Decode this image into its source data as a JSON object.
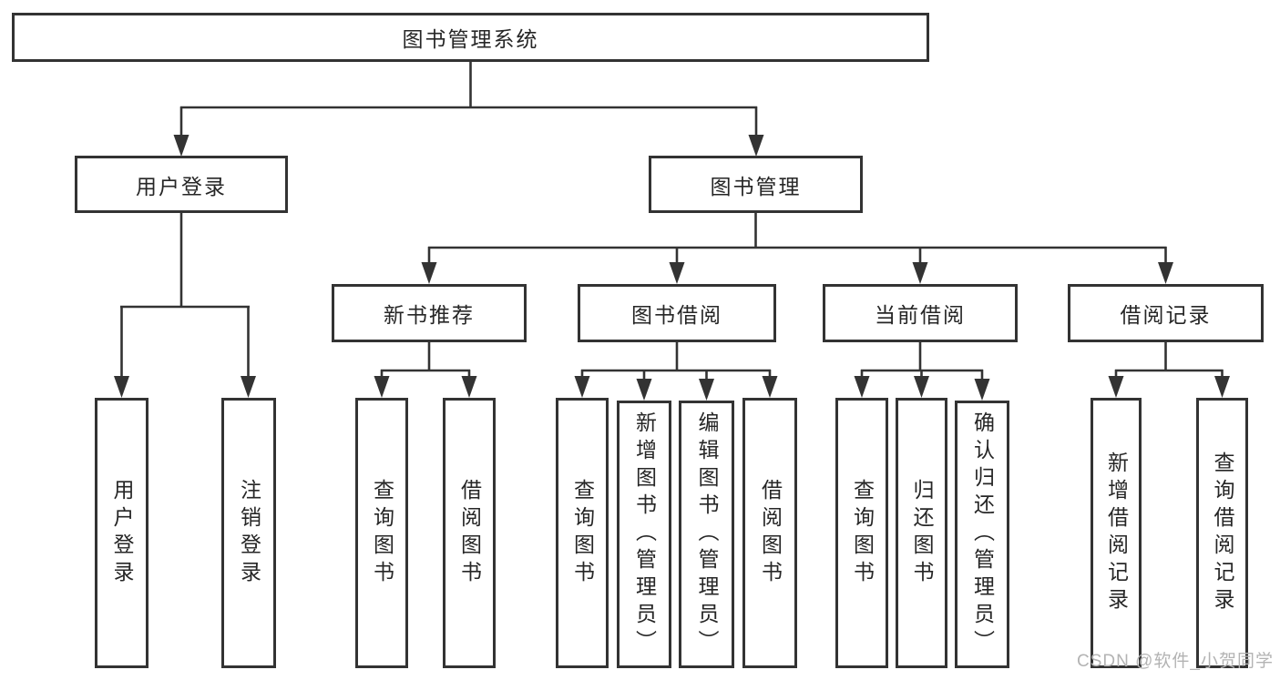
{
  "diagram": {
    "type": "tree-diagram",
    "colors": {
      "background": "#ffffff",
      "line": "#333333",
      "text": "#262626",
      "watermark": "#b3b3b3"
    },
    "watermark": {
      "text": "CSDN @软件_小贺同学"
    },
    "nodes": {
      "root": {
        "label": "图书管理系统"
      },
      "user_login": {
        "label": "用户登录"
      },
      "book_management": {
        "label": "图书管理"
      },
      "new_book_recommend": {
        "label": "新书推荐"
      },
      "book_borrow": {
        "label": "图书借阅"
      },
      "current_borrow": {
        "label": "当前借阅"
      },
      "borrow_records": {
        "label": "借阅记录"
      },
      "leaf_user_login": {
        "label": "用户登录"
      },
      "leaf_logout": {
        "label": "注销登录"
      },
      "leaf_nb_query": {
        "label": "查询图书"
      },
      "leaf_nb_borrow": {
        "label": "借阅图书"
      },
      "leaf_bb_query": {
        "label": "查询图书"
      },
      "leaf_bb_add": {
        "label": "新增图书（管理员）"
      },
      "leaf_bb_edit": {
        "label": "编辑图书（管理员）"
      },
      "leaf_bb_borrow": {
        "label": "借阅图书"
      },
      "leaf_cb_query": {
        "label": "查询图书"
      },
      "leaf_cb_return": {
        "label": "归还图书"
      },
      "leaf_cb_confirm": {
        "label": "确认归还（管理员）"
      },
      "leaf_br_add": {
        "label": "新增借阅记录"
      },
      "leaf_br_query": {
        "label": "查询借阅记录"
      }
    },
    "structure": {
      "图书管理系统": [
        "用户登录",
        "图书管理"
      ],
      "用户登录": [
        "用户登录",
        "注销登录"
      ],
      "图书管理": [
        "新书推荐",
        "图书借阅",
        "当前借阅",
        "借阅记录"
      ],
      "新书推荐": [
        "查询图书",
        "借阅图书"
      ],
      "图书借阅": [
        "查询图书",
        "新增图书（管理员）",
        "编辑图书（管理员）",
        "借阅图书"
      ],
      "当前借阅": [
        "查询图书",
        "归还图书",
        "确认归还（管理员）"
      ],
      "借阅记录": [
        "新增借阅记录",
        "查询借阅记录"
      ]
    }
  }
}
